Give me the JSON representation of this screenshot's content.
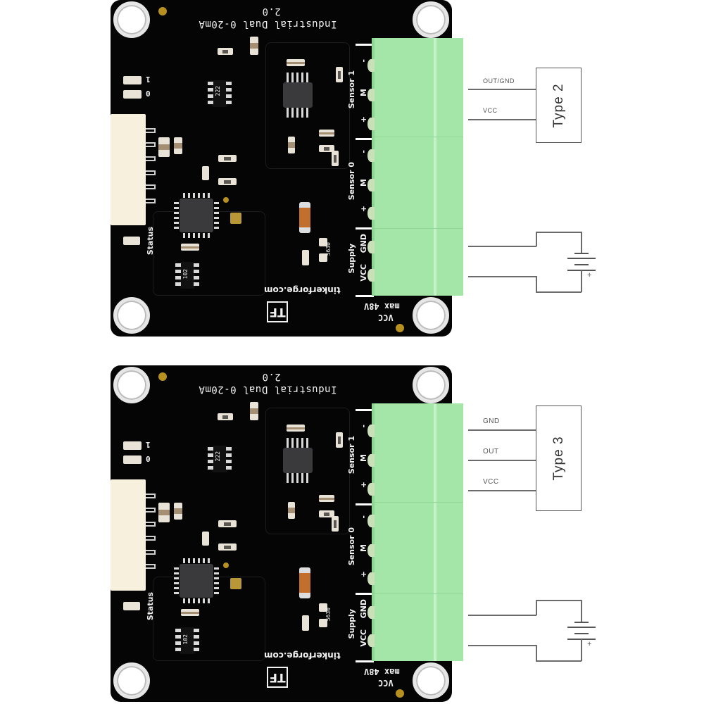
{
  "board": {
    "title": "Industrial Dual 0-20mA",
    "version": "2.0",
    "website": "tinkerforge.com",
    "logo": "TF",
    "status_label": "Status",
    "led_labels": [
      "1",
      "0"
    ],
    "supply_note_line1": "VCC",
    "supply_note_line2": "max 48V",
    "ic_marking": "222",
    "ic_marking2": "102",
    "resistor_marking": "5630",
    "terminal": {
      "sensor1_label": "Sensor 1",
      "sensor0_label": "Sensor 0",
      "supply_label": "Supply",
      "pins": [
        "-",
        "M",
        "+"
      ],
      "supply_pins": [
        "GND",
        "VCC"
      ]
    },
    "colors": {
      "pcb": "#050505",
      "terminal_block": "#a4e6a8",
      "silkscreen": "#f2f2f2",
      "via_gold": "#b8901f"
    }
  },
  "diagrams": [
    {
      "sensor_type": "Type 2",
      "wires": [
        "OUT/GND",
        "VCC"
      ],
      "power": "battery"
    },
    {
      "sensor_type": "Type 3",
      "wires": [
        "GND",
        "OUT",
        "VCC"
      ],
      "power": "battery"
    }
  ],
  "battery": {
    "plus_symbol": "+"
  }
}
